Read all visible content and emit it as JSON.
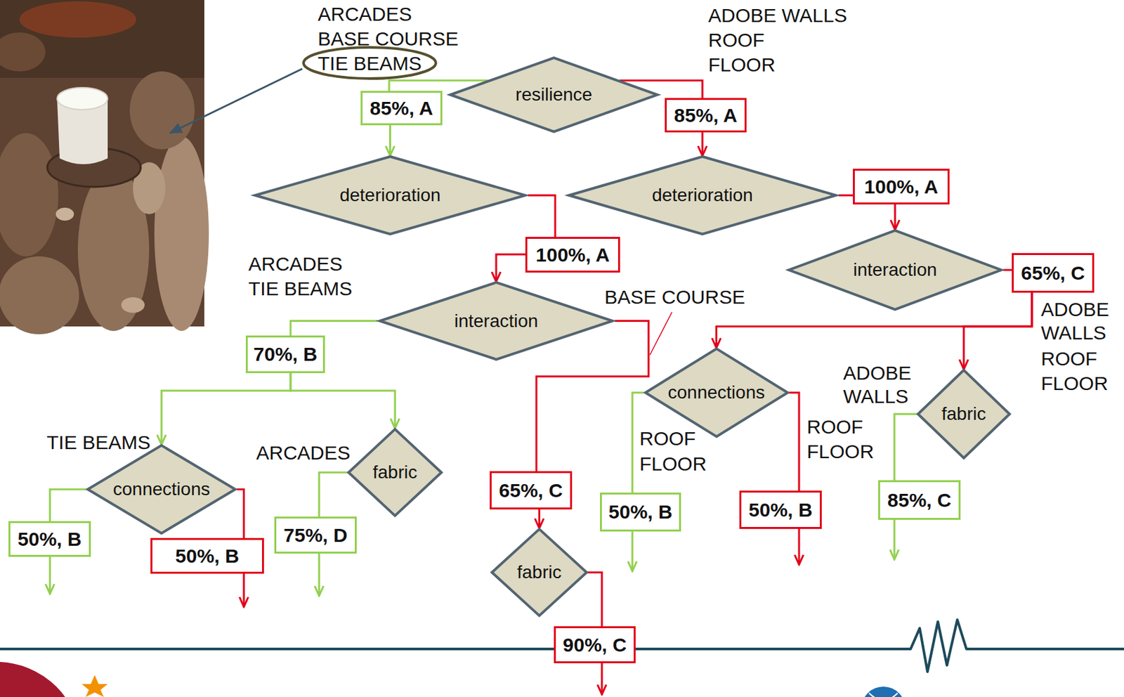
{
  "diagram": {
    "nodes": [
      {
        "text": [
          "resilience"
        ]
      },
      {
        "text": [
          "85%, A"
        ]
      },
      {
        "text": [
          "85%, A"
        ]
      },
      {
        "text": [
          "deterioration"
        ]
      },
      {
        "text": [
          "deterioration"
        ]
      },
      {
        "text": [
          "100%, A"
        ]
      },
      {
        "text": [
          "100%, A"
        ]
      },
      {
        "text": [
          "interaction"
        ]
      },
      {
        "text": [
          "65%, C"
        ]
      },
      {
        "text": [
          "interaction"
        ]
      },
      {
        "text": [
          "70%, B"
        ]
      },
      {
        "text": [
          "connections"
        ]
      },
      {
        "text": [
          "fabric"
        ]
      },
      {
        "text": [
          "connections"
        ]
      },
      {
        "text": [
          "fabric"
        ]
      },
      {
        "text": [
          "65%, C"
        ]
      },
      {
        "text": [
          "50%, B"
        ]
      },
      {
        "text": [
          "50%, B"
        ]
      },
      {
        "text": [
          "85%, C"
        ]
      },
      {
        "text": [
          "50%, B"
        ]
      },
      {
        "text": [
          "50%, B"
        ]
      },
      {
        "text": [
          "75%, D"
        ]
      },
      {
        "text": [
          "fabric"
        ]
      },
      {
        "text": [
          "90%, C"
        ]
      }
    ],
    "edges": [
      {
        "from": 0,
        "to": 1,
        "arrow": "none"
      },
      {
        "from": 0,
        "to": 2,
        "arrow": "none"
      },
      {
        "from": 1,
        "to": 3,
        "arrow": "to"
      },
      {
        "from": 2,
        "to": 4,
        "arrow": "to"
      },
      {
        "from": 3,
        "to": 6,
        "arrow": "none"
      },
      {
        "from": 6,
        "to": 9,
        "arrow": "to"
      },
      {
        "from": 4,
        "to": 5,
        "arrow": "none"
      },
      {
        "from": 5,
        "to": 7,
        "arrow": "to"
      },
      {
        "from": 7,
        "to": 8,
        "arrow": "none"
      },
      {
        "from": 8,
        "to": 11,
        "arrow": "to"
      },
      {
        "from": 8,
        "to": 12,
        "arrow": "to"
      },
      {
        "from": 9,
        "to": 10,
        "arrow": "none"
      },
      {
        "from": 10,
        "to": 13,
        "arrow": "to"
      },
      {
        "from": 10,
        "to": 14,
        "arrow": "to"
      },
      {
        "from": 9,
        "to": 15,
        "arrow": "none"
      },
      {
        "from": 15,
        "to": 22,
        "arrow": "to"
      },
      {
        "from": 22,
        "to": 23,
        "arrow": "none"
      },
      {
        "from": 11,
        "to": 16,
        "arrow": "none"
      },
      {
        "from": 11,
        "to": 17,
        "arrow": "none"
      },
      {
        "from": 12,
        "to": 18,
        "arrow": "none"
      },
      {
        "from": 13,
        "to": 19,
        "arrow": "none"
      },
      {
        "from": 13,
        "to": 20,
        "arrow": "none"
      },
      {
        "from": 14,
        "to": 21,
        "arrow": "none"
      }
    ],
    "labels": [
      "ARCADES",
      "BASE COURSE",
      "TIE BEAMS",
      "ADOBE WALLS",
      "ROOF",
      "FLOOR",
      "ARCADES",
      "TIE BEAMS",
      "BASE COURSE",
      "ADOBE WALLS",
      "ROOF",
      "FLOOR",
      "ADOBE WALLS",
      "TIE BEAMS",
      "ARCADES",
      "ROOF",
      "FLOOR",
      "ROOF",
      "FLOOR"
    ]
  }
}
